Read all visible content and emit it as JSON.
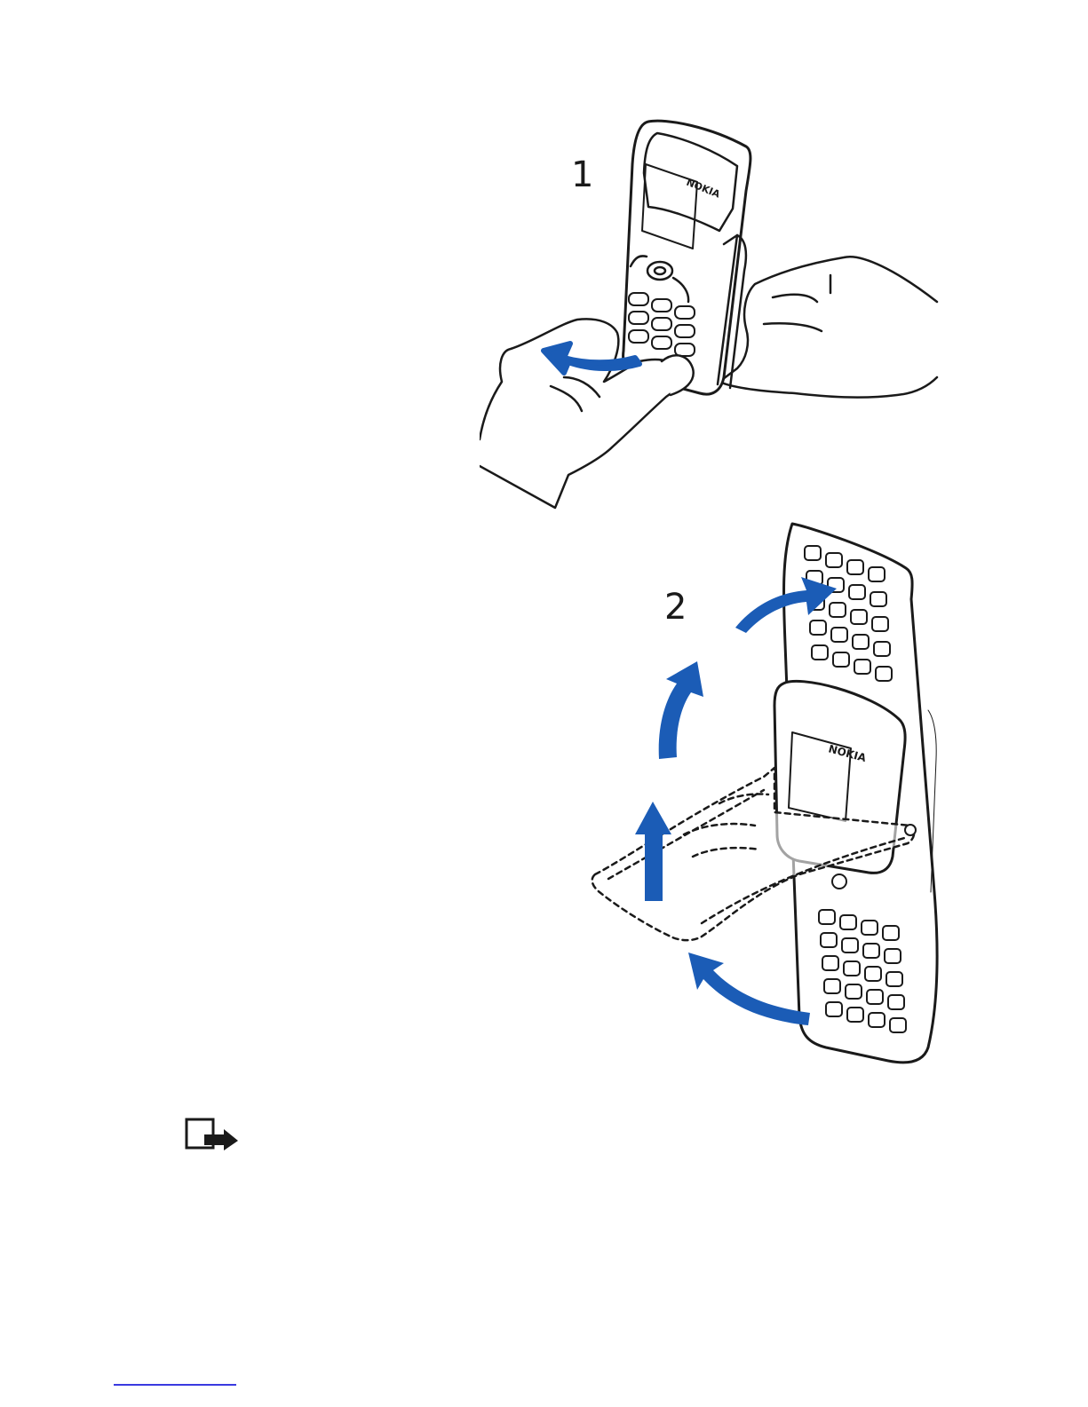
{
  "figures": [
    {
      "step_label": "1",
      "phone_brand": "NOKIA",
      "arrow_color": "#1b5cb6",
      "icon": "phone-in-hands-illustration"
    },
    {
      "step_label": "2",
      "phone_brand": "NOKIA",
      "arrow_color": "#1b5cb6",
      "icon": "phone-keyboard-unfold-illustration"
    }
  ],
  "note": {
    "icon": "note-icon"
  },
  "colors": {
    "ink": "#1a1a1a",
    "arrow": "#1b5cb6",
    "link_rule": "#3a3ae0"
  }
}
